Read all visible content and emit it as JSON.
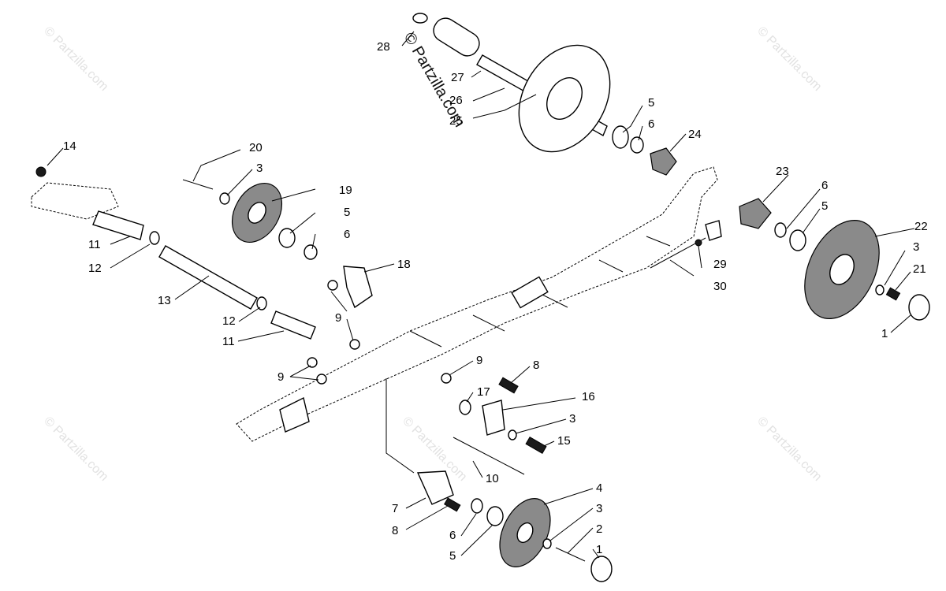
{
  "watermarks": {
    "main": "© Partzilla.com",
    "faint": "© Partzilla.com"
  },
  "labels": {
    "n1a": "1",
    "n1b": "1",
    "n2": "2",
    "n3a": "3",
    "n3b": "3",
    "n3c": "3",
    "n3d": "3",
    "n4": "4",
    "n5a": "5",
    "n5b": "5",
    "n5c": "5",
    "n5d": "5",
    "n6a": "6",
    "n6b": "6",
    "n6c": "6",
    "n6d": "6",
    "n7": "7",
    "n8a": "8",
    "n8b": "8",
    "n9a": "9",
    "n9b": "9",
    "n9c": "9",
    "n10": "10",
    "n11a": "11",
    "n11b": "11",
    "n12a": "12",
    "n12b": "12",
    "n13": "13",
    "n14": "14",
    "n15": "15",
    "n16": "16",
    "n17": "17",
    "n18": "18",
    "n19": "19",
    "n20": "20",
    "n21": "21",
    "n22": "22",
    "n23": "23",
    "n24": "24",
    "n25": "25",
    "n26": "26",
    "n27": "27",
    "n28": "28",
    "n29": "29",
    "n30": "30"
  }
}
